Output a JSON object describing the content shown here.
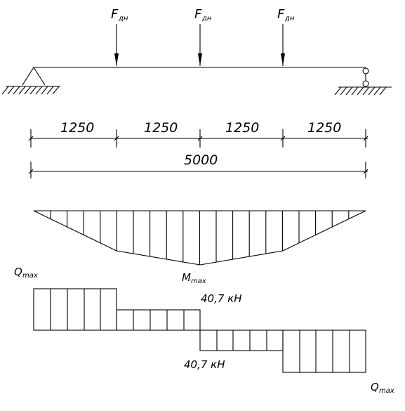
{
  "beam": {
    "loads": [
      {
        "main": "F",
        "sub": "дн"
      },
      {
        "main": "F",
        "sub": "дн"
      },
      {
        "main": "F",
        "sub": "дн"
      }
    ]
  },
  "dimensions": {
    "segments": [
      "1250",
      "1250",
      "1250",
      "1250"
    ],
    "total": "5000"
  },
  "moment": {
    "label_main": "M",
    "label_sub": "max"
  },
  "shear": {
    "q_left_main": "Q",
    "q_left_sub": "max",
    "q_right_main": "Q",
    "q_right_sub": "max",
    "value_upper": "40,7 кН",
    "value_lower": "40,7 кН"
  }
}
